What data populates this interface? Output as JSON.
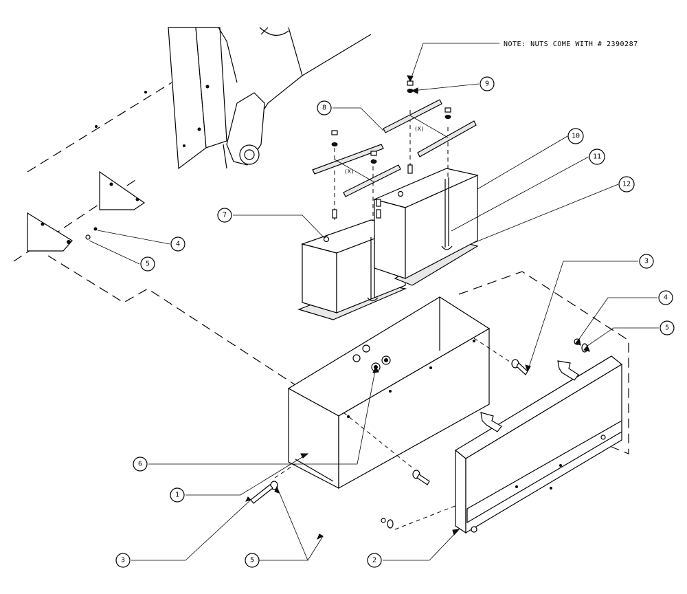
{
  "note": {
    "text": "NOTE: NUTS COME WITH # 2390287"
  },
  "qty_labels": {
    "left_strap": "(X)",
    "right_strap": "(X)"
  },
  "callouts": {
    "c1": "1",
    "c2": "2",
    "c3_left": "3",
    "c3_right": "3",
    "c4_left": "4",
    "c4_right": "4",
    "c5_left": "5",
    "c5_bottom": "5",
    "c5_right": "5",
    "c6": "6",
    "c7": "7",
    "c8": "8",
    "c9": "9",
    "c10": "10",
    "c11": "11",
    "c12": "12"
  }
}
